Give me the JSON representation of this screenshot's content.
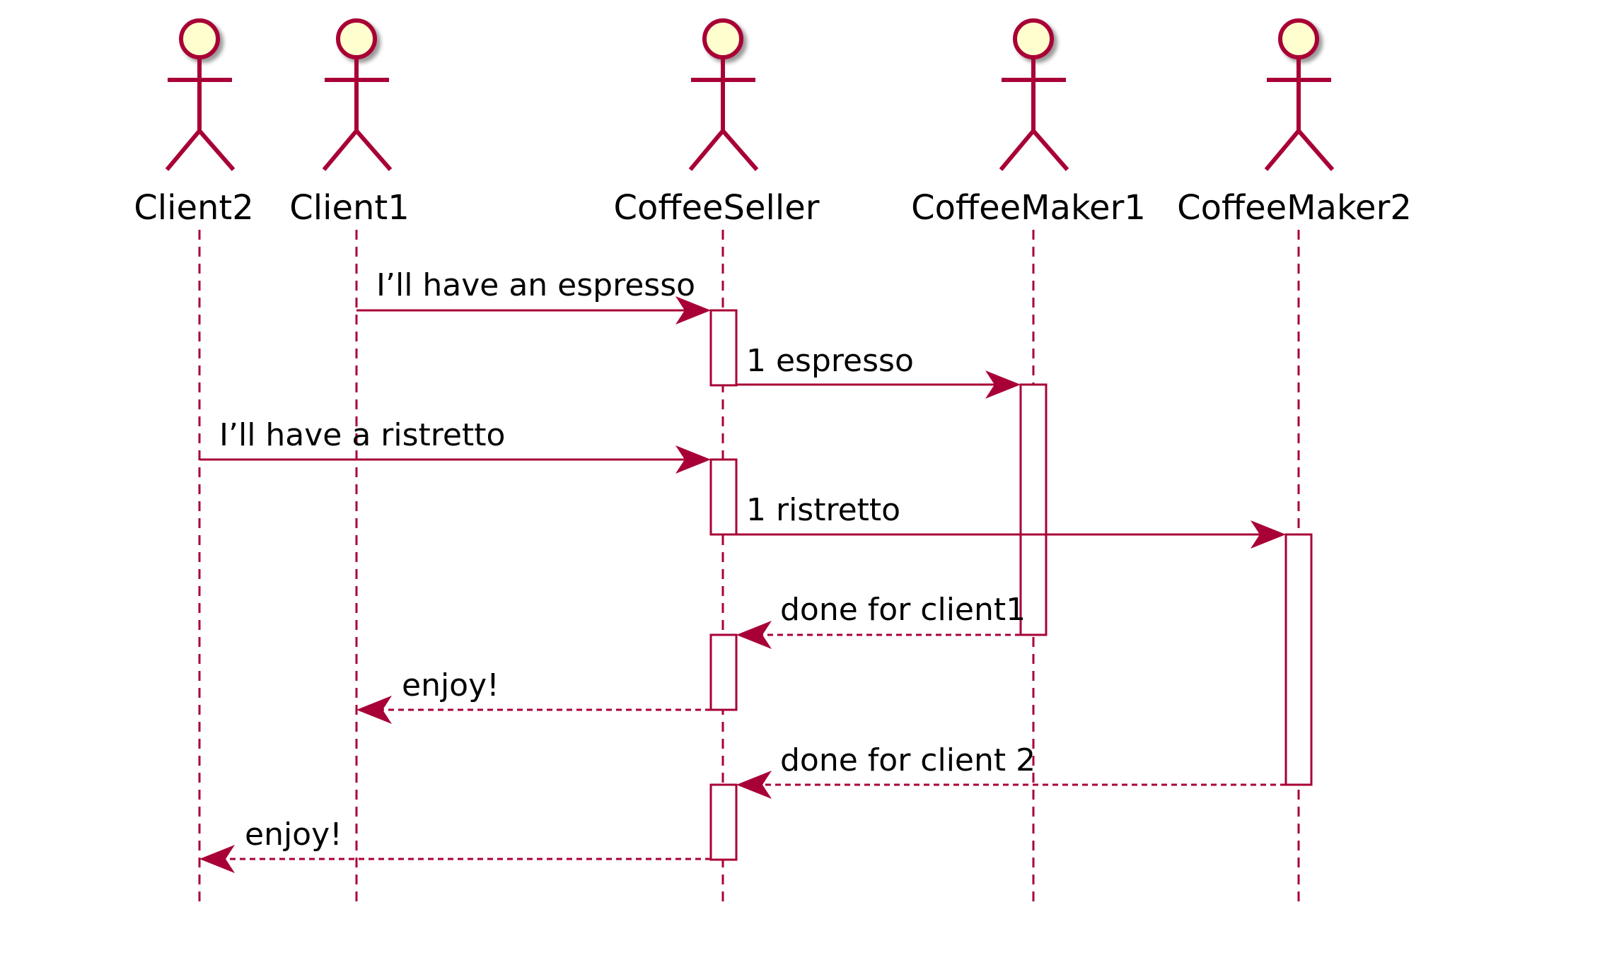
{
  "diagram": {
    "type": "sequence",
    "colors": {
      "line": "#A80036",
      "actor_fill": "#FEFECE",
      "activation_fill": "#FFFFFF",
      "text": "#000000"
    },
    "actors": [
      {
        "id": "client2",
        "name": "Client2"
      },
      {
        "id": "client1",
        "name": "Client1"
      },
      {
        "id": "coffeeseller",
        "name": "CoffeeSeller"
      },
      {
        "id": "coffeemaker1",
        "name": "CoffeeMaker1"
      },
      {
        "id": "coffeemaker2",
        "name": "CoffeeMaker2"
      }
    ],
    "messages": [
      {
        "from": "Client1",
        "to": "CoffeeSeller",
        "label": "I’ll have an espresso",
        "style": "solid"
      },
      {
        "from": "CoffeeSeller",
        "to": "CoffeeMaker1",
        "label": "1 espresso",
        "style": "solid"
      },
      {
        "from": "Client2",
        "to": "CoffeeSeller",
        "label": "I’ll have a ristretto",
        "style": "solid"
      },
      {
        "from": "CoffeeSeller",
        "to": "CoffeeMaker2",
        "label": "1 ristretto",
        "style": "solid"
      },
      {
        "from": "CoffeeMaker1",
        "to": "CoffeeSeller",
        "label": "done for client1",
        "style": "dashed"
      },
      {
        "from": "CoffeeSeller",
        "to": "Client1",
        "label": "enjoy!",
        "style": "dashed"
      },
      {
        "from": "CoffeeMaker2",
        "to": "CoffeeSeller",
        "label": "done for client 2",
        "style": "dashed"
      },
      {
        "from": "CoffeeSeller",
        "to": "Client2",
        "label": "enjoy!",
        "style": "dashed"
      }
    ]
  }
}
